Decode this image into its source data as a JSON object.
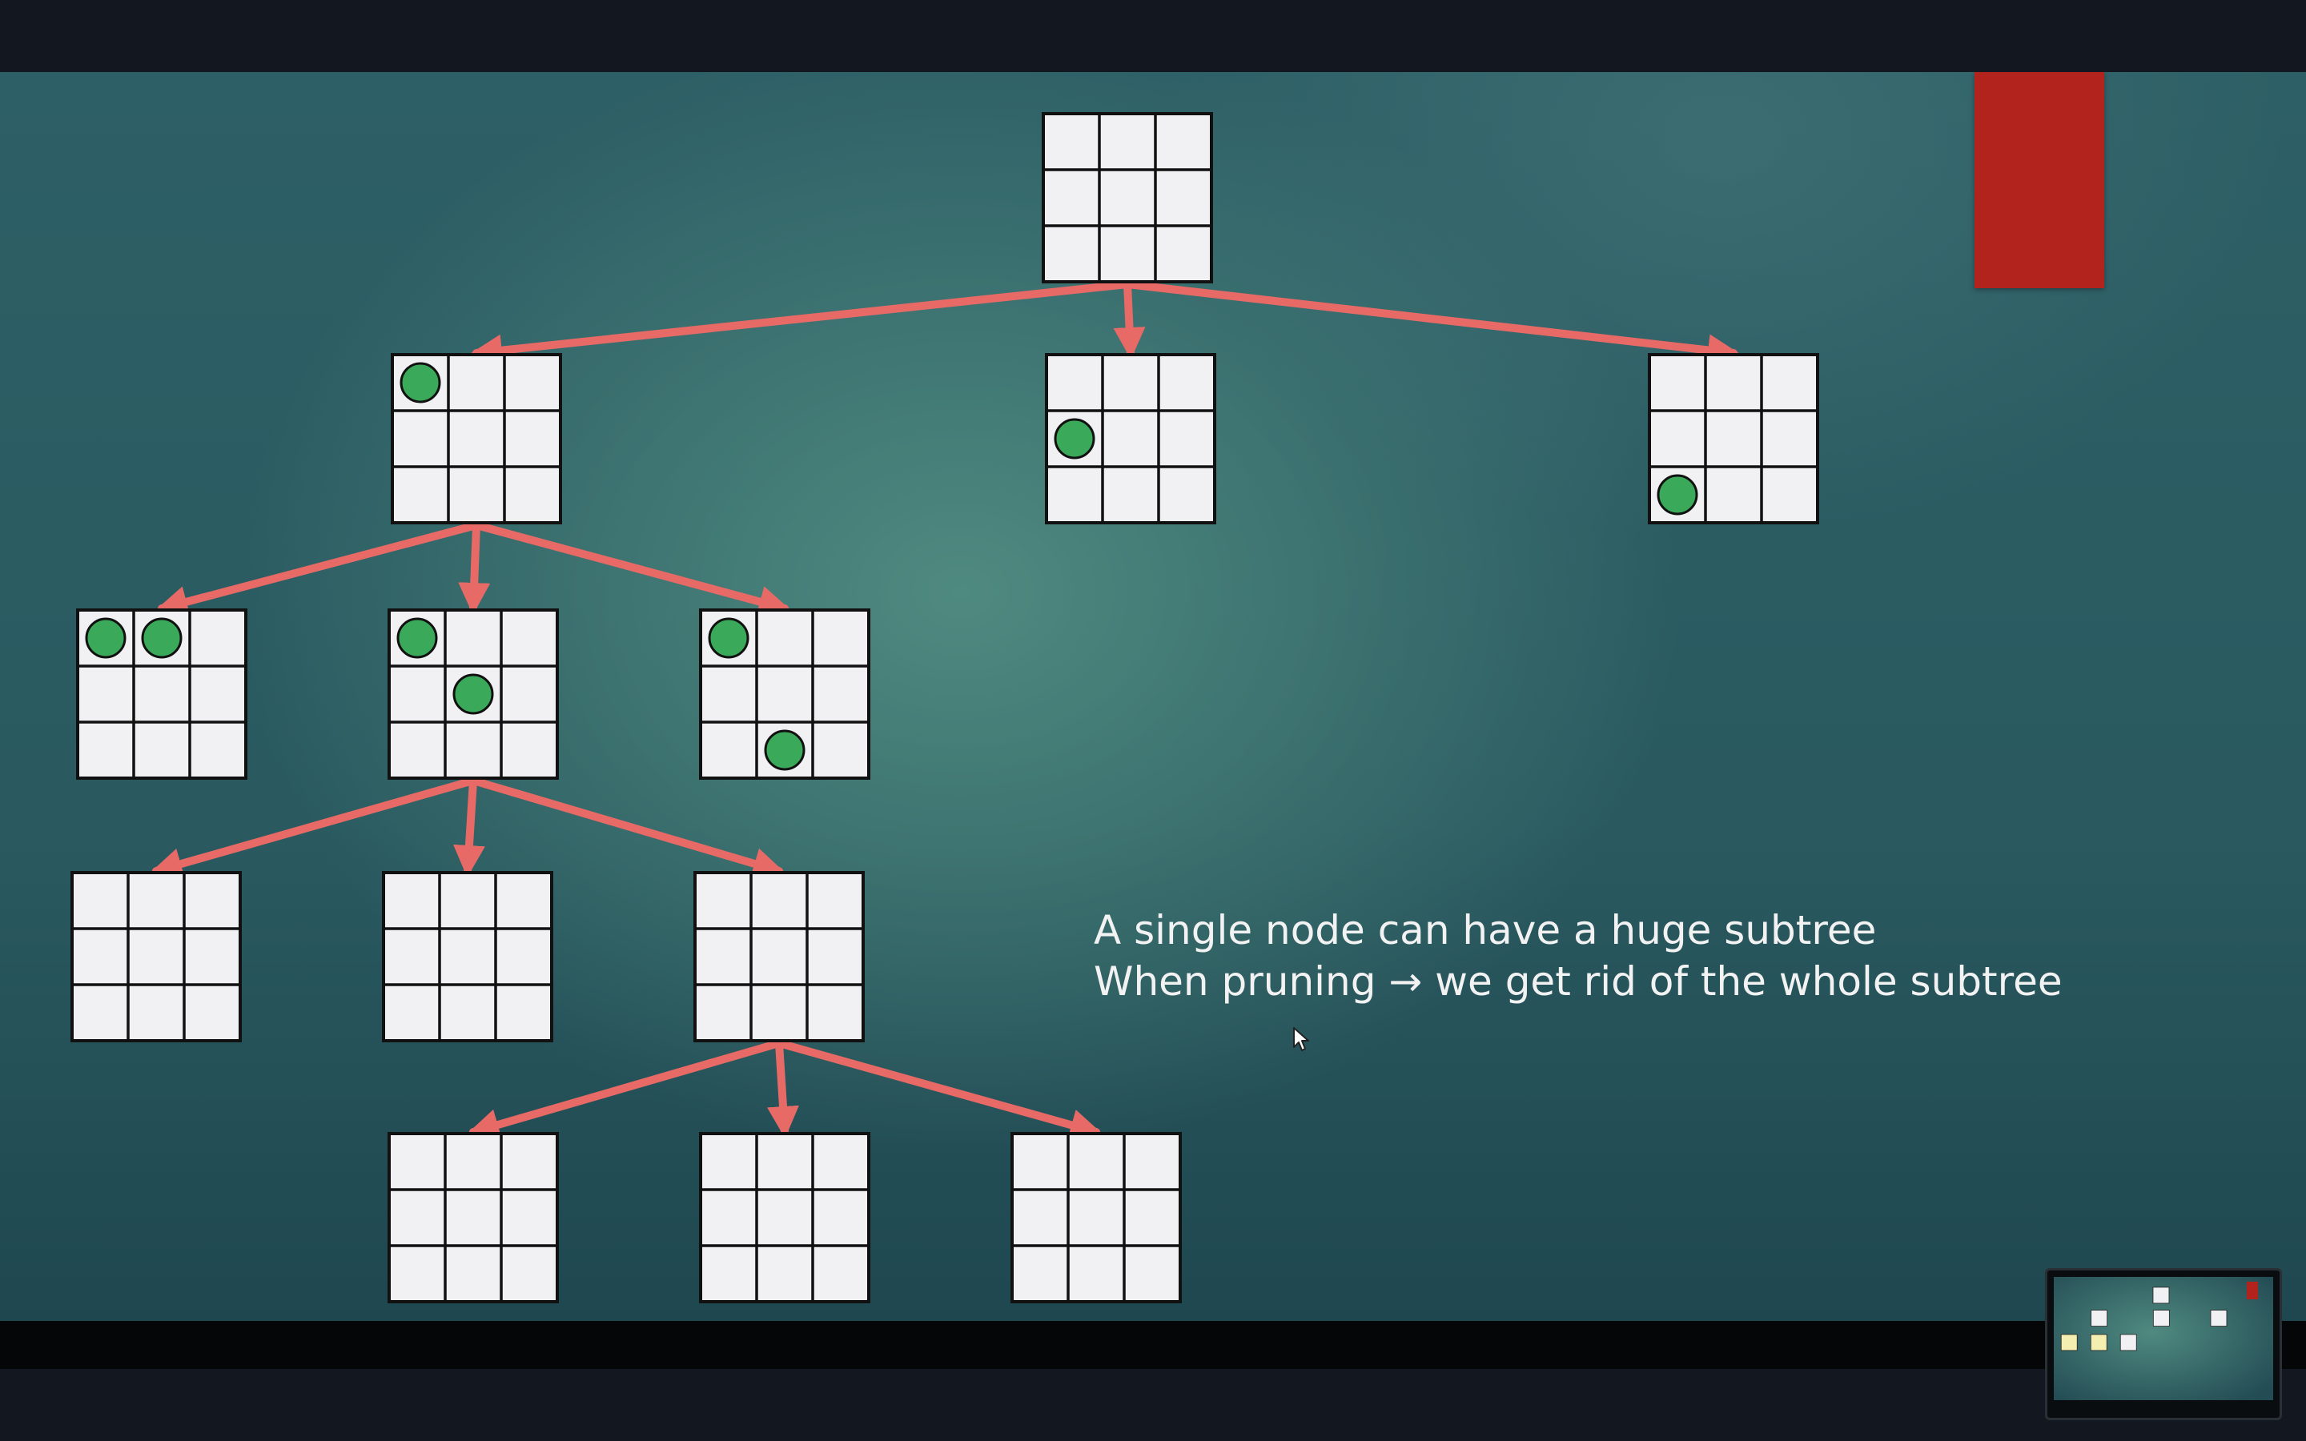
{
  "slide": {
    "text_lines": [
      "A single node can have a huge subtree",
      "When pruning → we get rid of the whole subtree"
    ]
  },
  "colors": {
    "arrow": "#e86a66",
    "piece": "#3aa95a",
    "cell": "#f1f1f3",
    "accent_block": "#b3231e"
  },
  "tree": {
    "nodes": [
      {
        "id": "root",
        "pieces": []
      },
      {
        "id": "l1-a",
        "parent": "root",
        "pieces": [
          [
            0,
            0
          ]
        ]
      },
      {
        "id": "l1-b",
        "parent": "root",
        "pieces": [
          [
            1,
            0
          ]
        ]
      },
      {
        "id": "l1-c",
        "parent": "root",
        "pieces": [
          [
            2,
            0
          ]
        ]
      },
      {
        "id": "l2-a",
        "parent": "l1-a",
        "pieces": [
          [
            0,
            0
          ],
          [
            0,
            1
          ]
        ]
      },
      {
        "id": "l2-b",
        "parent": "l1-a",
        "pieces": [
          [
            0,
            0
          ],
          [
            1,
            1
          ]
        ]
      },
      {
        "id": "l2-c",
        "parent": "l1-a",
        "pieces": [
          [
            0,
            0
          ],
          [
            2,
            1
          ]
        ]
      },
      {
        "id": "l3-a",
        "parent": "l2-b",
        "pieces": []
      },
      {
        "id": "l3-b",
        "parent": "l2-b",
        "pieces": []
      },
      {
        "id": "l3-c",
        "parent": "l2-b",
        "pieces": []
      },
      {
        "id": "l4-a",
        "parent": "l3-c",
        "pieces": []
      },
      {
        "id": "l4-b",
        "parent": "l3-c",
        "pieces": []
      },
      {
        "id": "l4-c",
        "parent": "l3-c",
        "pieces": []
      }
    ]
  },
  "icons": {
    "cursor": "mouse-pointer-icon",
    "thumbnail": "slide-thumbnail"
  }
}
